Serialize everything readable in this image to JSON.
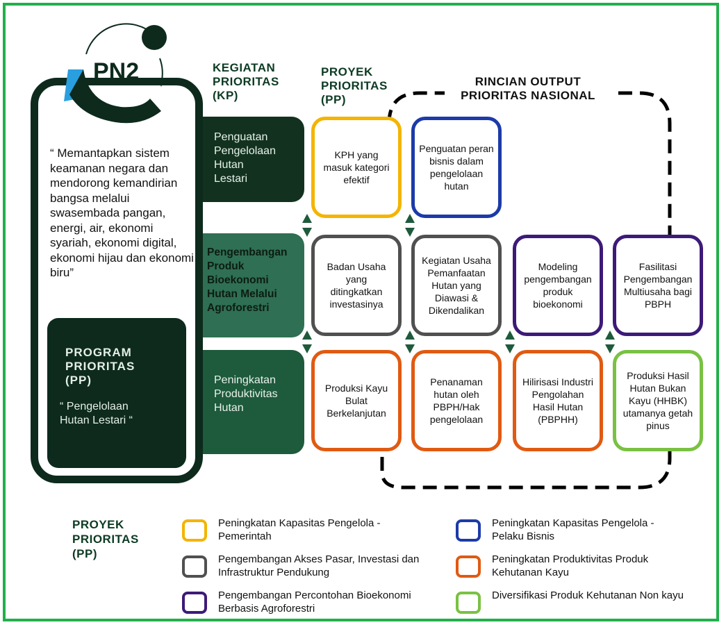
{
  "colors": {
    "frame": "#22b04b",
    "dark_green": "#0d2a1d",
    "yellow": "#f4b400",
    "blue": "#1c3aa9",
    "gray": "#505050",
    "purple": "#3d1a78",
    "orange": "#e05a12",
    "light_green": "#7ac143",
    "sky_blue": "#2a9fe0"
  },
  "left_panel": {
    "title": "PN2",
    "quote": "“ Memantapkan sistem keamanan negara dan mendorong kemandirian bangsa melalui swasembada pangan, energi, air, ekonomi syariah, ekonomi digital, ekonomi hijau dan ekonomi biru”",
    "program": {
      "title_lines": [
        "PROGRAM",
        "PRIORITAS",
        "(PP)"
      ],
      "name_lines": [
        "“ Pengelolaan",
        "Hutan Lestari “"
      ]
    }
  },
  "headers": {
    "kp": [
      "KEGIATAN",
      "PRIORITAS",
      "(KP)"
    ],
    "proyek": [
      "PROYEK",
      "PRIORITAS",
      "(PP)"
    ],
    "rincian": [
      "RINCIAN OUTPUT",
      "PRIORITAS NASIONAL"
    ]
  },
  "kegiatan": [
    {
      "lines": [
        "Penguatan",
        "Pengelolaan",
        "Hutan",
        "Lestari"
      ]
    },
    {
      "lines": [
        "Pengembangan",
        "Produk",
        "Bioekonomi",
        "Hutan Melalui",
        "Agroforestri"
      ]
    },
    {
      "lines": [
        "Peningkatan",
        "Produktivitas",
        "Hutan"
      ]
    }
  ],
  "outputs": [
    {
      "row": 0,
      "col": 0,
      "color": "yellow",
      "text": "KPH yang masuk kategori efektif"
    },
    {
      "row": 0,
      "col": 1,
      "color": "blue",
      "text": "Penguatan peran bisnis dalam pengelolaan hutan"
    },
    {
      "row": 1,
      "col": 0,
      "color": "gray",
      "text": "Badan Usaha yang ditingkatkan investasinya"
    },
    {
      "row": 1,
      "col": 1,
      "color": "gray",
      "text": "Kegiatan Usaha Pemanfaatan Hutan yang Diawasi & Dikendalikan"
    },
    {
      "row": 1,
      "col": 2,
      "color": "purple",
      "text": "Modeling pengembangan produk bioekonomi"
    },
    {
      "row": 1,
      "col": 3,
      "color": "purple",
      "text": "Fasilitasi Pengembangan Multiusaha bagi PBPH"
    },
    {
      "row": 2,
      "col": 0,
      "color": "orange",
      "text": "Produksi Kayu Bulat Berkelanjutan"
    },
    {
      "row": 2,
      "col": 1,
      "color": "orange",
      "text": "Penanaman hutan oleh PBPH/Hak pengelolaan"
    },
    {
      "row": 2,
      "col": 2,
      "color": "orange",
      "text": "Hilirisasi Industri Pengolahan Hasil Hutan (PBPHH)"
    },
    {
      "row": 2,
      "col": 3,
      "color": "light_green",
      "text": "Produksi Hasil Hutan Bukan Kayu (HHBK) utamanya getah pinus"
    }
  ],
  "legend": {
    "title": [
      "PROYEK",
      "PRIORITAS",
      "(PP)"
    ],
    "items": [
      {
        "color": "yellow",
        "text": "Peningkatan Kapasitas Pengelola -Pemerintah"
      },
      {
        "color": "gray",
        "text": "Pengembangan Akses Pasar, Investasi dan Infrastruktur Pendukung"
      },
      {
        "color": "purple",
        "text": "Pengembangan Percontohan Bioekonomi Berbasis Agroforestri"
      },
      {
        "color": "blue",
        "text": "Peningkatan Kapasitas Pengelola - Pelaku Bisnis"
      },
      {
        "color": "orange",
        "text": "Peningkatan Produktivitas Produk Kehutanan Kayu"
      },
      {
        "color": "light_green",
        "text": "Diversifikasi Produk Kehutanan Non kayu"
      }
    ]
  }
}
